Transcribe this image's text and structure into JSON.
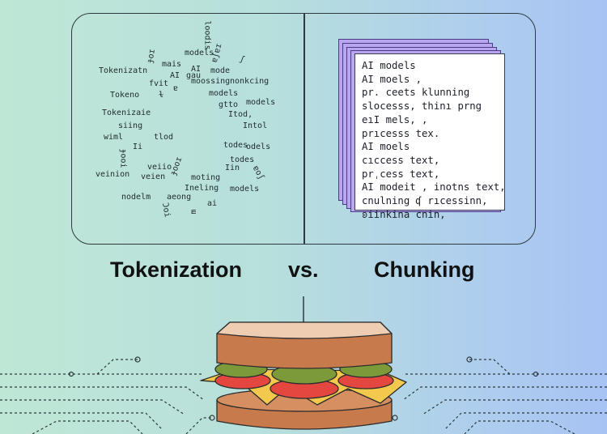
{
  "headings": {
    "left": "Tokenization",
    "middle": "vs.",
    "right": "Chunking"
  },
  "token_cloud": [
    "loodis",
    "models",
    "ɟoɪ",
    "ɐʃɐɪ",
    "mais",
    "ʃ",
    "AI",
    "mode",
    "Tokenizatn",
    "AI",
    "gau",
    "fvit",
    "ɐ",
    "moossing",
    "nonkcing",
    "Tokeno",
    "ɫ",
    "models",
    "Tokenizaie",
    "gtto",
    "models",
    "Itod,",
    "siing",
    "Intol",
    "wiml",
    "tlod",
    "Ii",
    "todes",
    "odels",
    "ɟooi",
    "todes",
    "veinion",
    "veien",
    "ɟooɪ",
    "moting",
    "Iin",
    "ɐoʃ",
    "veiio",
    "nodelm",
    "aeong",
    "Ineling",
    "models",
    "Ɔoi",
    "ai",
    "ɯ"
  ],
  "chunk_lines": [
    "AI models",
    "AI moels ,",
    "pr. ceets  klunning",
    "slocesss, thinı prng",
    "eıI mels, ,",
    "prıcesss tex.",
    "AI moels",
    "cıccess  text,",
    "prˌcess text,",
    "AI modeit , inotns text,",
    "cnulning ʠ rıcessinn,",
    "ʚiinkina cnin,"
  ],
  "colors": {
    "background_left": "#bfe7d6",
    "background_right": "#a7c3f3",
    "page_stack": "#b9a6ee",
    "bread": "#d08a5c",
    "bread_top": "#efcdb2",
    "pickle": "#7c9a3a",
    "tomato": "#e4473f",
    "cheese": "#f2c94c"
  },
  "icons": [
    "sandwich-icon",
    "circuit-lines-icon",
    "document-stack-icon"
  ]
}
